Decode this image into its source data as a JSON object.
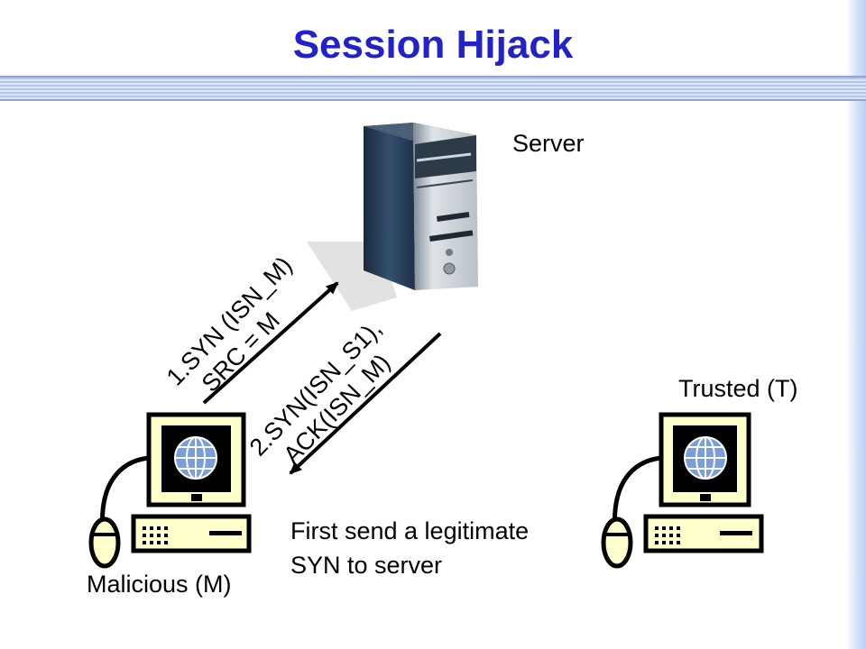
{
  "slide": {
    "title": "Session Hijack"
  },
  "nodes": {
    "server": {
      "label": "Server",
      "icon": "server-tower-icon"
    },
    "malicious": {
      "label": "Malicious (M)",
      "icon": "desktop-computer-icon"
    },
    "trusted": {
      "label": "Trusted (T)",
      "icon": "desktop-computer-icon"
    }
  },
  "messages": {
    "syn": {
      "line1": "1.SYN (ISN_M)",
      "line2": "SRC = M"
    },
    "synack": {
      "line1": "2.SYN(ISN_S1),",
      "line2": "ACK(ISN_M)"
    }
  },
  "note": {
    "line1": "First send a legitimate",
    "line2": "SYN to server"
  },
  "colors": {
    "title": "#2222cc",
    "screen_bezel": "#ffffcc",
    "screen": "#000000",
    "globe": "#7a9ddb",
    "server_front": "#2a3e56"
  }
}
